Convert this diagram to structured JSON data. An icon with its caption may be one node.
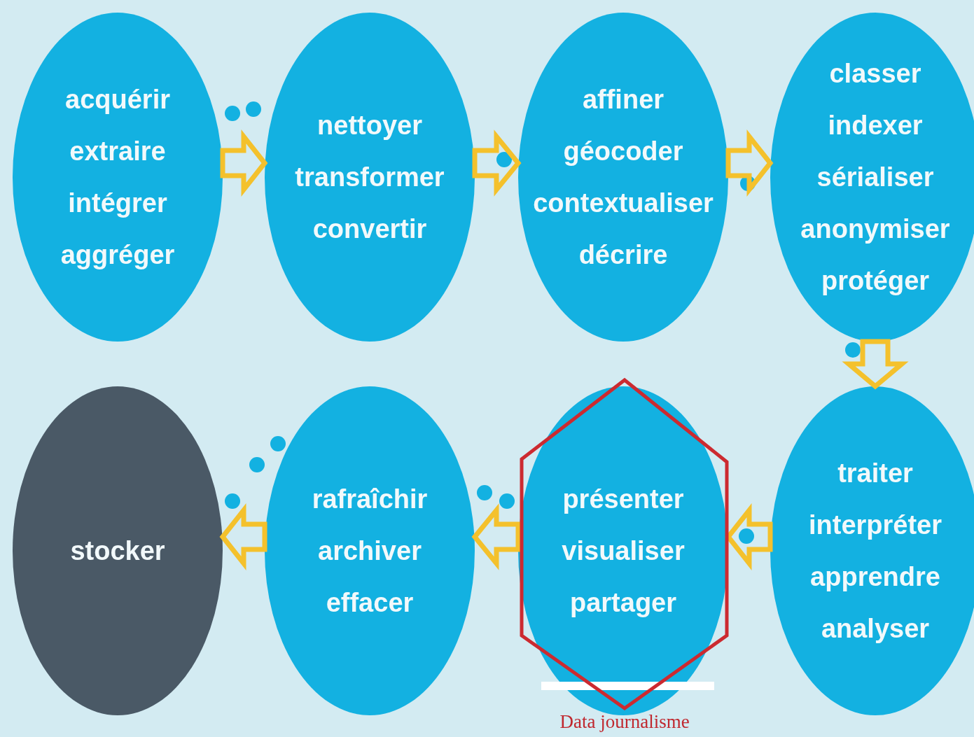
{
  "diagram": {
    "nodes": [
      {
        "text": [
          "acquérir",
          "extraire",
          "intégrer",
          "aggréger"
        ]
      },
      {
        "text": [
          "nettoyer",
          "transformer",
          "convertir"
        ]
      },
      {
        "text": [
          "affiner",
          "géocoder",
          "contextualiser",
          "décrire"
        ]
      },
      {
        "text": [
          "classer",
          "indexer",
          "sérialiser",
          "anonymiser",
          "protéger"
        ]
      },
      {
        "text": [
          "stocker"
        ]
      },
      {
        "text": [
          "rafraîchir",
          "archiver",
          "effacer"
        ]
      },
      {
        "text": [
          "présenter",
          "visualiser",
          "partager"
        ]
      },
      {
        "text": [
          "traiter",
          "interpréter",
          "apprendre",
          "analyser"
        ]
      }
    ],
    "edges": [
      {
        "from": 0,
        "to": 1,
        "arrow": "to"
      },
      {
        "from": 1,
        "to": 2,
        "arrow": "to"
      },
      {
        "from": 2,
        "to": 3,
        "arrow": "to"
      },
      {
        "from": 3,
        "to": 7,
        "arrow": "to"
      },
      {
        "from": 7,
        "to": 6,
        "arrow": "to"
      },
      {
        "from": 6,
        "to": 5,
        "arrow": "to"
      },
      {
        "from": 5,
        "to": 4,
        "arrow": "to"
      }
    ],
    "labels": [
      "Data journalisme"
    ]
  }
}
